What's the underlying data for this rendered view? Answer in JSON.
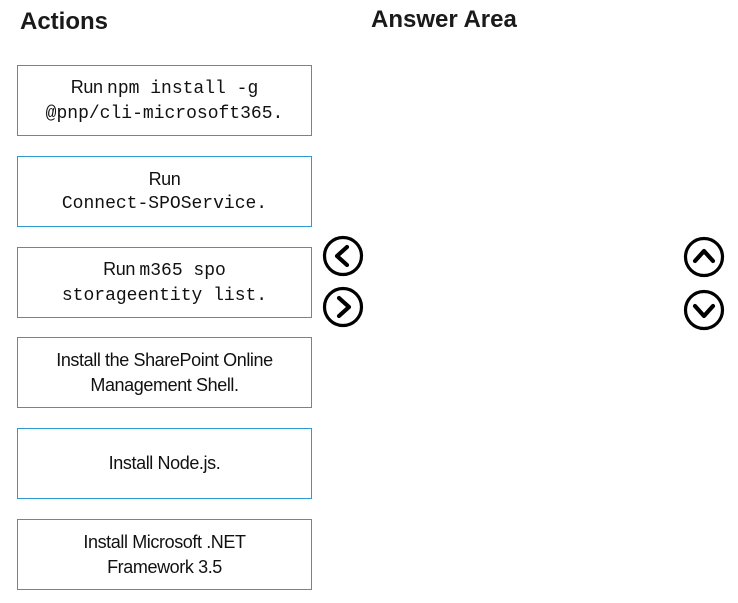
{
  "actions_heading": "Actions",
  "answer_heading": "Answer Area",
  "actions": [
    {
      "prefix": "Run",
      "code": "npm install -g",
      "line2": "@pnp/cli-microsoft365."
    },
    {
      "line1": "Run",
      "line2": "Connect-SPOService."
    },
    {
      "prefix": "Run",
      "code": "m365 spo",
      "line2": "storageentity list."
    },
    {
      "line1": "Install the SharePoint Online",
      "line2": "Management Shell."
    },
    {
      "line1": "Install Node.js."
    },
    {
      "line1": "Install Microsoft .NET",
      "line2": "Framework 3.5"
    }
  ],
  "controls": {
    "move_left": "chevron-left-circle-icon",
    "move_right": "chevron-right-circle-icon",
    "move_up": "chevron-up-circle-icon",
    "move_down": "chevron-down-circle-icon"
  }
}
